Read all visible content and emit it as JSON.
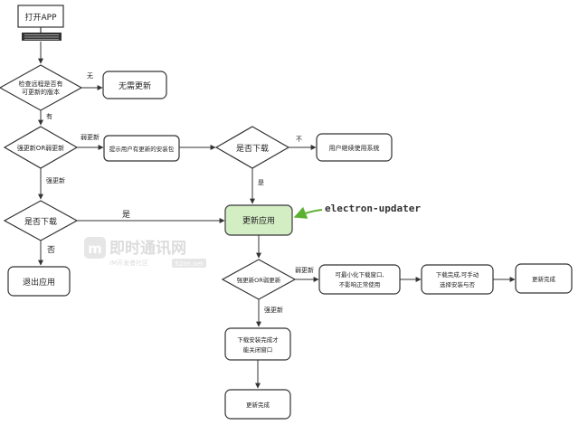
{
  "flow": {
    "start": "打开APP",
    "q_check": [
      "检查远程是否有",
      "可更新的版本"
    ],
    "label_none": "无",
    "no_update": "无需更新",
    "label_has": "有",
    "q_force": "强更新OR弱更新",
    "label_weak": "弱更新",
    "prompt_pkg": "提示用户有更新的安装包",
    "q_download_weak": "是否下载",
    "label_no": "不",
    "continue_use": "用户继续使用系统",
    "label_yes_weak": "是",
    "label_force": "强更新",
    "q_download_force": "是否下载",
    "label_yes_force": "是",
    "update_app": "更新应用",
    "updater_note": "electron-updater",
    "label_no_force": "否",
    "exit_app": "退出应用",
    "q_force2": "强更新OR弱更新",
    "label_weak2": "弱更新",
    "minimize": [
      "可最小化下载窗口,",
      "不影响正常使用"
    ],
    "download_done_manual": [
      "下载完成,可手动",
      "选择安装与否"
    ],
    "update_done_right": "更新完成",
    "label_force2": "强更新",
    "close_after": [
      "下载安装完成才",
      "能关闭窗口"
    ],
    "update_done_bottom": "更新完成"
  },
  "watermark": {
    "logo_letter": "m",
    "name": "即时通讯网",
    "tagline": "IM开发者社区",
    "badge": "52im.net"
  },
  "colors": {
    "stroke": "#333333",
    "highlight_fill": "#d4eec4",
    "highlight_stroke": "#555555",
    "accent_green": "#5ab12f",
    "watermark": "#d6d6d6"
  }
}
